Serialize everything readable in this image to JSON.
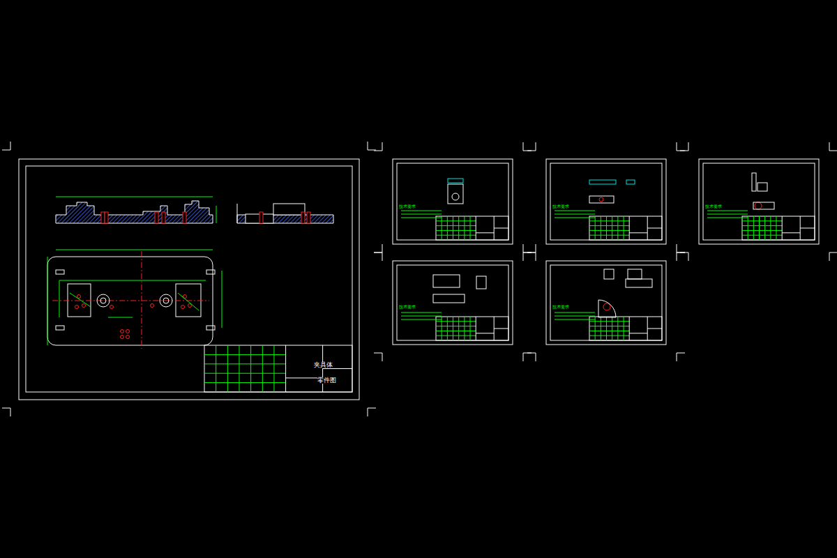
{
  "diagram": {
    "labels": [
      "夹具体",
      "零件图",
      "技术要求",
      "技术要求",
      "技术要求",
      "技术要求",
      "技术要求"
    ]
  }
}
